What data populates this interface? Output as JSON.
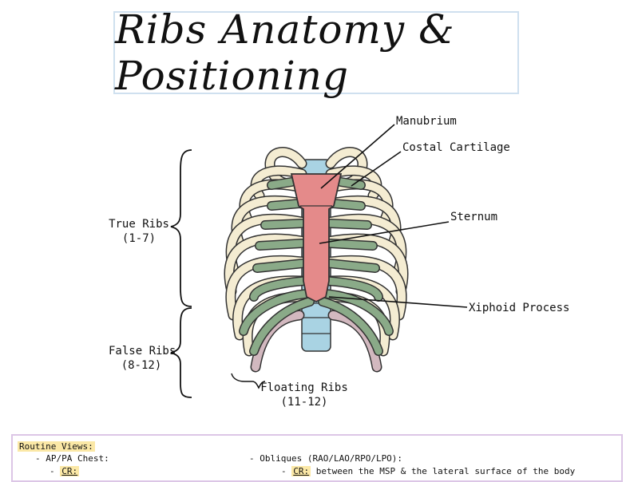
{
  "title": "Ribs Anatomy & Positioning",
  "labels": {
    "manubrium": "Manubrium",
    "costal_cartilage": "Costal Cartilage",
    "sternum": "Sternum",
    "xiphoid": "Xiphoid Process",
    "true_ribs": "True Ribs",
    "true_ribs_range": "(1-7)",
    "false_ribs": "False Ribs",
    "false_ribs_range": "(8-12)",
    "floating_ribs": "Floating Ribs",
    "floating_ribs_range": "(11-12)"
  },
  "views": {
    "heading": "Routine Views:",
    "ap_pa": "- AP/PA Chest:",
    "cr": "CR:",
    "cr_prefix": "- ",
    "obliques": "- Obliques (RAO/LAO/RPO/LPO):",
    "obl_cr": "CR:",
    "obl_cr_text": " between the MSP & the lateral surface of the body"
  },
  "colors": {
    "rib_cream": "#f4ecd2",
    "cartilage_green": "#8aaa88",
    "sternum_pink": "#e48a8a",
    "spine_blue": "#a9d3e3",
    "floating_mauve": "#d2b8bf"
  }
}
